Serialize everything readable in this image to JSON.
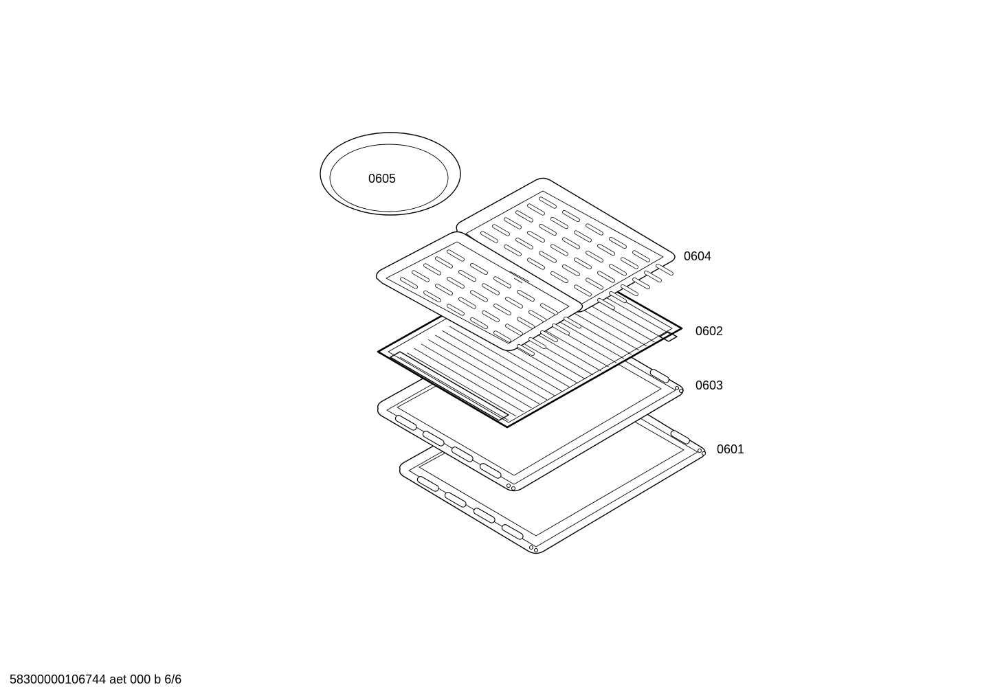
{
  "parts": [
    {
      "id": "0605",
      "label": "0605"
    },
    {
      "id": "0604",
      "label": "0604"
    },
    {
      "id": "0602",
      "label": "0602"
    },
    {
      "id": "0603",
      "label": "0603"
    },
    {
      "id": "0601",
      "label": "0601"
    }
  ],
  "footer": {
    "doc_ref": "58300000106744 aet 000 b 6/6"
  },
  "colors": {
    "line": "#000000",
    "background": "#ffffff"
  }
}
